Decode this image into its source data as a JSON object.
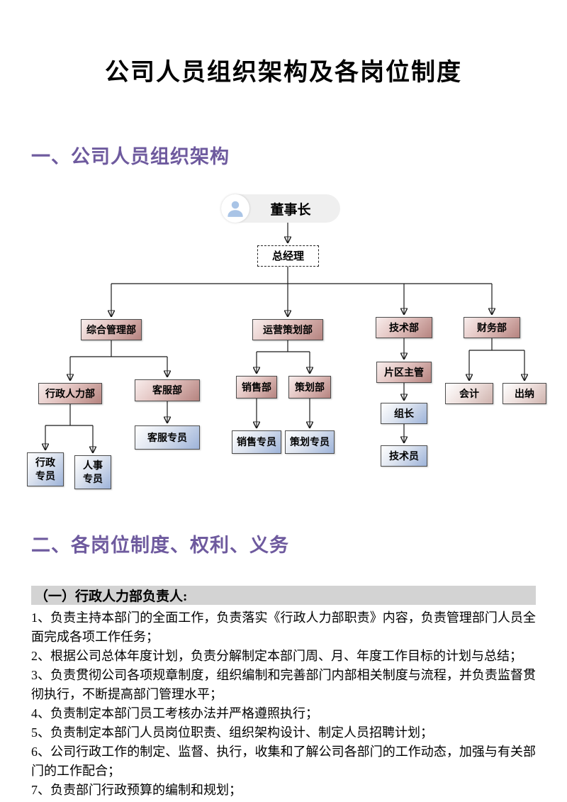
{
  "page": {
    "title": "公司人员组织架构及各岗位制度"
  },
  "sections": {
    "s1_heading": "一、公司人员组织架构",
    "s2_heading": "二、各岗位制度、权利、义务"
  },
  "orgchart": {
    "chairman": "董事长",
    "general_manager": "总经理",
    "dept_general_mgmt": "综合管理部",
    "dept_operations": "运营策划部",
    "dept_tech": "技术部",
    "dept_finance": "财务部",
    "admin_hr": "行政人力部",
    "customer_service": "客服部",
    "admin_specialist": "行政专员",
    "hr_specialist": "人事专员",
    "cs_specialist": "客服专员",
    "sales_dept": "销售部",
    "planning_dept": "策划部",
    "sales_specialist": "销售专员",
    "planning_specialist": "策划专员",
    "area_supervisor": "片区主管",
    "team_leader": "组长",
    "technician": "技术员",
    "accountant": "会计",
    "cashier": "出纳"
  },
  "duties": {
    "subsection_title": "（一）行政人力部负责人:",
    "items": [
      "1、负责主持本部门的全面工作，负责落实《行政人力部职责》内容，负责管理部门人员全面完成各项工作任务；",
      "2、根据公司总体年度计划，负责分解制定本部门周、月、年度工作目标的计划与总结；",
      "3、负责贯彻公司各项规章制度，组织编制和完善部门内部相关制度与流程，并负责监督贯彻执行，不断提高部门管理水平；",
      "4、负责制定本部门员工考核办法并严格遵照执行；",
      "5、负责制定本部门人员岗位职责、组织架构设计、制定人员招聘计划；",
      "6、公司行政工作的制定、监督、执行，收集和了解公司各部门的工作动态，加强与有关部门的工作配合；",
      "7、负责部门行政预算的编制和规划；"
    ]
  },
  "colors": {
    "heading_purple": "#6E5A9E",
    "pink_box_end": "#B5837F",
    "blue_box_end": "#9DB3D9",
    "pale_box_end": "#CFB3AE",
    "subsection_bar_gray": "#D3D3D3",
    "avatar_blue": "#A9C4E6",
    "pill_gray": "#EFEFEF"
  }
}
